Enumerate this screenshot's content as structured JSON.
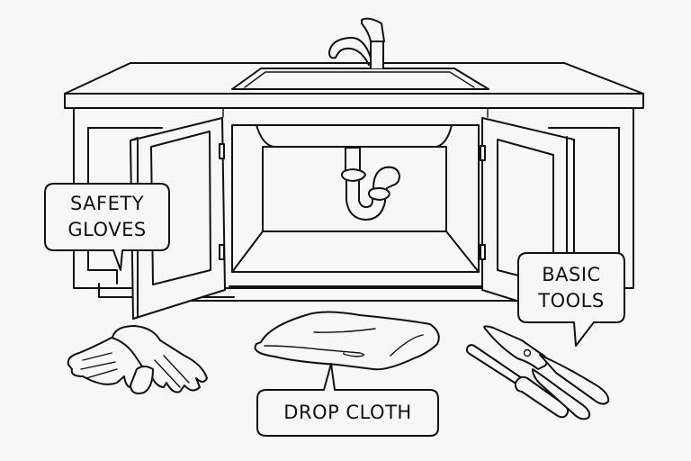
{
  "title": "Under-sink supplies",
  "colors": {
    "line": "#111111",
    "background": "#f7f7f7"
  },
  "callouts": [
    {
      "id": "safety-gloves",
      "line1": "SAFETY",
      "line2": "GLOVES"
    },
    {
      "id": "basic-tools",
      "line1": "BASIC",
      "line2": "TOOLS"
    },
    {
      "id": "drop-cloth",
      "line1": "DROP CLOTH"
    }
  ],
  "items": [
    "faucet",
    "sink",
    "p-trap",
    "cabinet",
    "left-door",
    "right-door",
    "gloves",
    "drop-cloth",
    "pliers",
    "screwdriver"
  ]
}
